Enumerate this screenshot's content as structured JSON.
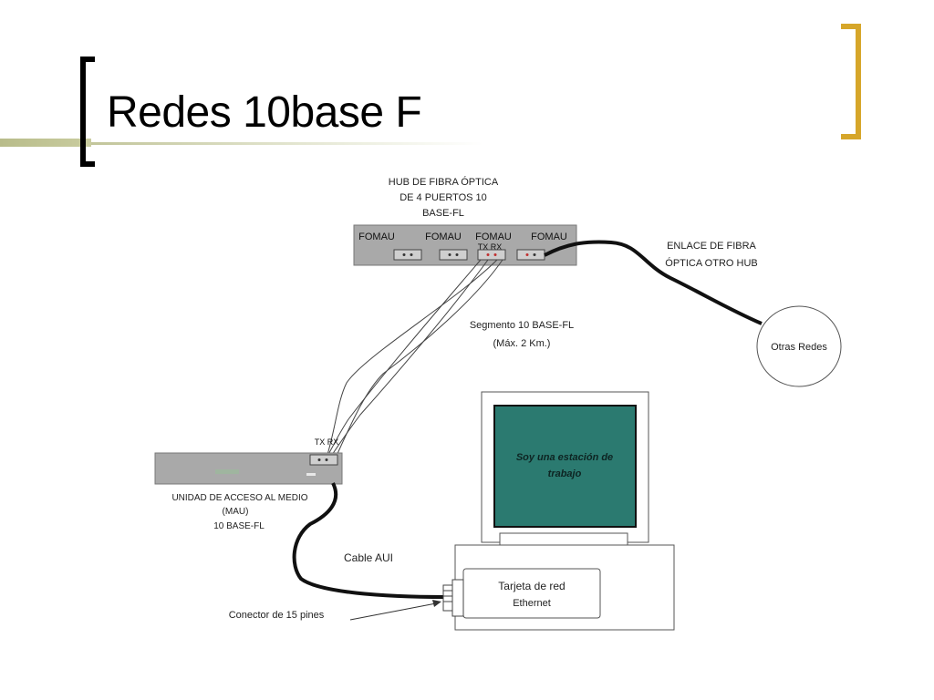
{
  "slide": {
    "title": "Redes 10base F"
  },
  "hub": {
    "label_lines": [
      "HUB DE FIBRA ÓPTICA",
      "DE 4  PUERTOS 10",
      "BASE-FL"
    ],
    "ports": [
      "FOMAU",
      "FOMAU",
      "FOMAU",
      "FOMAU"
    ],
    "txrx": "TX  RX"
  },
  "link": {
    "label_lines": [
      "ENLACE DE FIBRA",
      "ÓPTICA OTRO HUB"
    ]
  },
  "other_networks": "Otras Redes",
  "segment": {
    "label_lines": [
      "Segmento 10 BASE-FL",
      "(Máx. 2 Km.)"
    ]
  },
  "mau": {
    "txrx": "TX  RX",
    "label_lines": [
      "UNIDAD DE ACCESO AL MEDIO",
      "(MAU)",
      "10 BASE-FL"
    ]
  },
  "workstation": {
    "screen_text_lines": [
      "Soy una estación de",
      "trabajo"
    ],
    "card_lines": [
      "Tarjeta de red",
      "Ethernet"
    ]
  },
  "cable_aui": "Cable AUI",
  "connector": "Conector de 15 pines",
  "colors": {
    "accent_bracket": "#d6a62a",
    "screen": "#2b7a70",
    "device_gray": "#a9a9a9"
  }
}
